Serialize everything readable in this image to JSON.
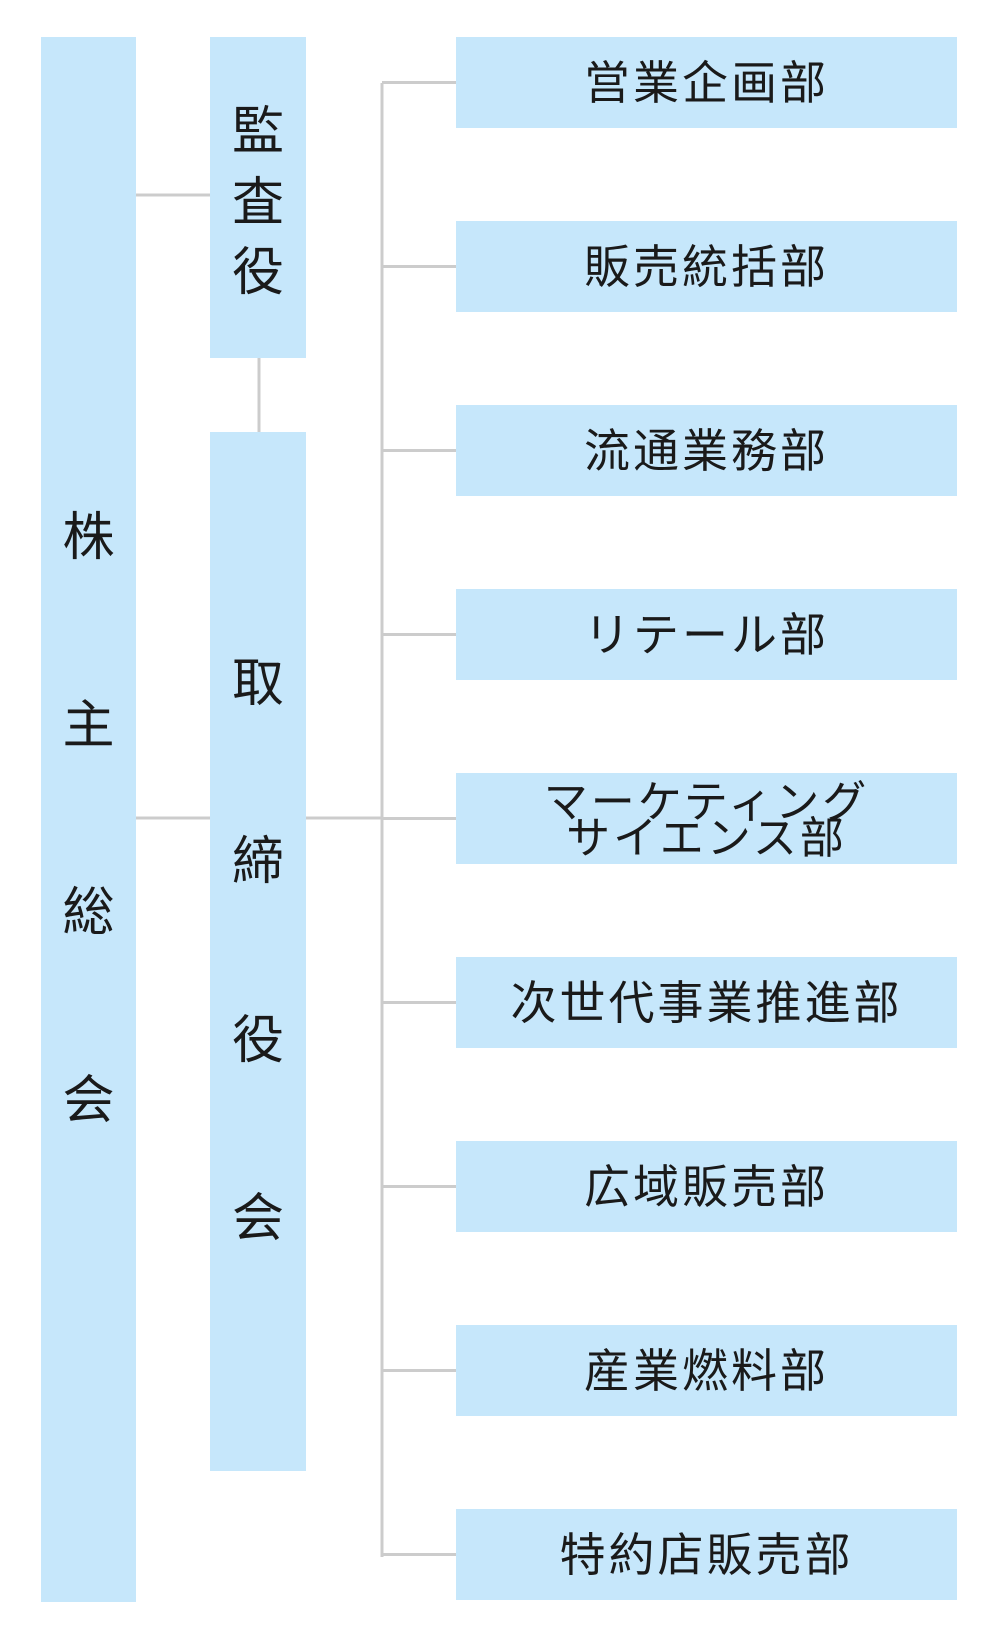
{
  "shareholders": {
    "chars": [
      "株",
      "主",
      "総",
      "会"
    ]
  },
  "auditor": {
    "chars": [
      "監",
      "査",
      "役"
    ]
  },
  "board": {
    "chars": [
      "取",
      "締",
      "役",
      "会"
    ]
  },
  "departments": [
    {
      "lines": [
        "営業企画部"
      ]
    },
    {
      "lines": [
        "販売統括部"
      ]
    },
    {
      "lines": [
        "流通業務部"
      ]
    },
    {
      "lines": [
        "リテール部"
      ]
    },
    {
      "lines": [
        "マーケティング",
        "サイエンス部"
      ]
    },
    {
      "lines": [
        "次世代事業推進部"
      ]
    },
    {
      "lines": [
        "広域販売部"
      ]
    },
    {
      "lines": [
        "産業燃料部"
      ]
    },
    {
      "lines": [
        "特約店販売部"
      ]
    }
  ],
  "colors": {
    "box": "#c6e7fb",
    "connector": "#cccccc",
    "text": "#1a1a1a"
  }
}
